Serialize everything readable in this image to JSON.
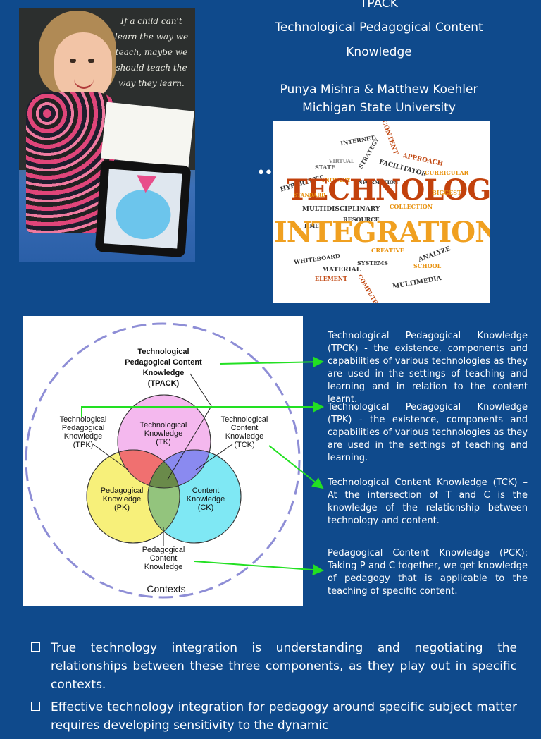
{
  "header": {
    "acronym": "TPACK",
    "title_line1": "Technological Pedagogical Content",
    "title_line2": "Knowledge",
    "authors": "Punya Mishra & Matthew Koehler",
    "institution": "Michigan State University"
  },
  "photo": {
    "quote": "If a child can't learn the way we teach, maybe we should teach the way they learn."
  },
  "dots": "••",
  "word_cloud": {
    "main1": "TECHNOLOGY",
    "main2": "INTEGRATION",
    "words": [
      "INTERNET",
      "APPROACH",
      "FACILITATOR",
      "HYPERTEXT",
      "STATE",
      "INFORMATION",
      "INQUIRY",
      "CONTENT",
      "STRATEGY",
      "MULTIDISCIPLINARY",
      "COLLECTION",
      "CURRICULAR",
      "RESOURCE",
      "TIME",
      "WHITEBOARD",
      "MATERIAL",
      "ANALYZE",
      "SYSTEMS",
      "MULTIMEDIA",
      "VIRTUAL",
      "CREATIVE",
      "ELEMENT",
      "COMPUTER",
      "SCHOOL",
      "STANDARD",
      "BIGGEST"
    ]
  },
  "diagram": {
    "tpack": [
      "Technological",
      "Pedagogical Content",
      "Knowledge",
      "(TPACK)"
    ],
    "tpk": [
      "Technological",
      "Pedagogical",
      "Knowledge",
      "(TPK)"
    ],
    "tck": [
      "Technological",
      "Content",
      "Knowledge",
      "(TCK)"
    ],
    "tk": [
      "Technological",
      "Knowledge",
      "(TK)"
    ],
    "pk": [
      "Pedagogical",
      "Knowledge",
      "(PK)"
    ],
    "ck": [
      "Content",
      "Knowledge",
      "(CK)"
    ],
    "pck": [
      "Pedagogical",
      "Content",
      "Knowledge"
    ],
    "contexts": "Contexts"
  },
  "definitions": {
    "tpck": "Technological Pedagogical Knowledge (TPCK) - the existence, components and capabilities of various technologies as they are used in the settings of teaching and learning and in relation to the content learnt.",
    "tpk": "Technological Pedagogical Knowledge (TPK) - the existence, components and capabilities of various technologies as they are used in the settings of teaching and learning.",
    "tck": "Technological Content Knowledge (TCK) – At the intersection of T and C is the knowledge of the relationship between technology and content.",
    "pck": "Pedagogical Content Knowledge (PCK): Taking P and C together, we get knowledge of pedagogy that is applicable to the teaching of specific content."
  },
  "bullets": [
    "True technology integration is understanding and negotiating the relationships between these three components, as they play out in specific contexts.",
    "Effective technology integration for pedagogy around specific subject matter requires developing sensitivity to the dynamic"
  ],
  "colors": {
    "background": "#0f4a8c",
    "arrow": "#22e022",
    "tk_circle": "#f4b8ee",
    "pk_circle": "#f7f07a",
    "ck_circle": "#7fe8f4"
  }
}
